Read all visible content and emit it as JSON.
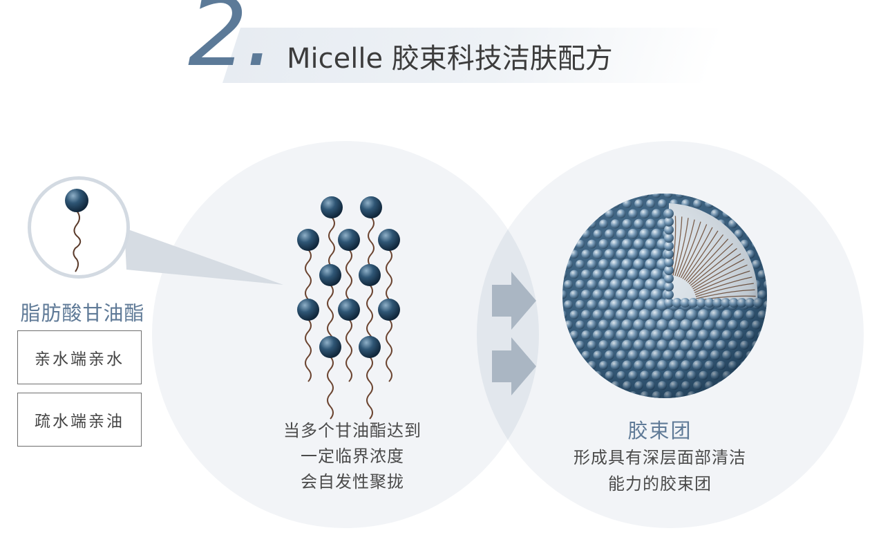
{
  "header": {
    "step_number": "2.",
    "title": "Micelle 胶束科技洁肤配方"
  },
  "molecule": {
    "name": "脂肪酸甘油酯",
    "hydrophilic_label": "亲水端亲水",
    "hydrophobic_label": "疏水端亲油"
  },
  "middle": {
    "caption_lines": [
      "当多个甘油酯达到",
      "一定临界浓度",
      "会自发性聚拢"
    ]
  },
  "right": {
    "title": "胶束团",
    "caption_lines": [
      "形成具有深层面部清洁",
      "能力的胶束团"
    ]
  },
  "colors": {
    "accent": "#5f7a97",
    "circle_bg": "#f2f4f7",
    "arrow": "#aab6c3",
    "sphere_dark": "#1f3e58"
  },
  "icons": {
    "arrow": "right-arrow-icon",
    "molecule": "amphiphile-molecule-icon",
    "micelle": "micelle-sphere-icon"
  }
}
